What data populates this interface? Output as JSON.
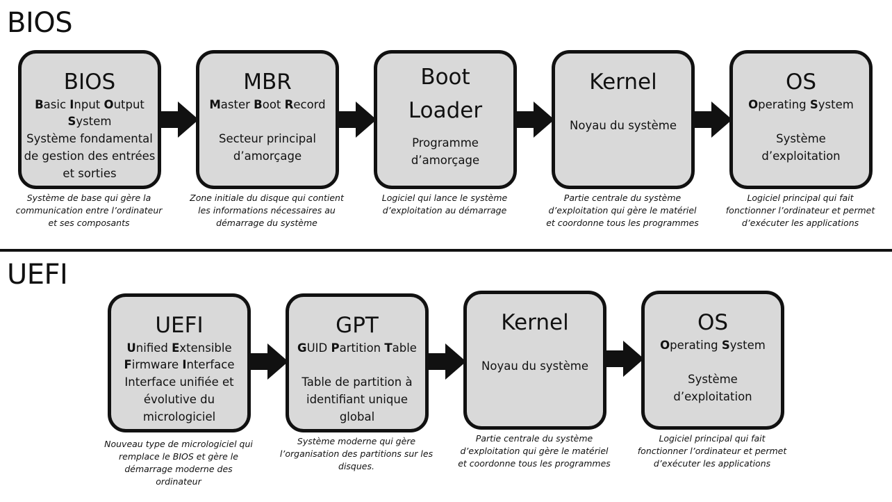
{
  "sections": {
    "bios": {
      "title": "BIOS",
      "boxes": [
        {
          "title": "BIOS",
          "acronym": [
            {
              "initial": "B",
              "rest": "asic "
            },
            {
              "initial": "I",
              "rest": "nput "
            },
            {
              "initial": "O",
              "rest": "utput "
            },
            {
              "initial": "S",
              "rest": "ystem"
            }
          ],
          "description": "Système fondamental de gestion des entrées et sorties",
          "caption": "Système de base qui gère la communication entre l’ordinateur et ses composants"
        },
        {
          "title": "MBR",
          "acronym": [
            {
              "initial": "M",
              "rest": "aster "
            },
            {
              "initial": "B",
              "rest": "oot "
            },
            {
              "initial": "R",
              "rest": "ecord"
            }
          ],
          "description": "Secteur principal d’amorçage",
          "caption": "Zone initiale du disque qui contient les informations nécessaires au démarrage du système"
        },
        {
          "title": "Boot Loader",
          "description": "Programme d’amorçage",
          "caption": "Logiciel qui lance le système d’exploitation au démarrage"
        },
        {
          "title": "Kernel",
          "description": "Noyau du système",
          "caption": "Partie centrale du système d’exploitation qui gère le matériel et coordonne tous les programmes"
        },
        {
          "title": "OS",
          "acronym": [
            {
              "initial": "O",
              "rest": "perating "
            },
            {
              "initial": "S",
              "rest": "ystem"
            }
          ],
          "description": "Système d’exploitation",
          "caption": "Logiciel principal qui fait fonctionner l’ordinateur et permet d’exécuter les applications"
        }
      ]
    },
    "uefi": {
      "title": "UEFI",
      "boxes": [
        {
          "title": "UEFI",
          "acronym": [
            {
              "initial": "U",
              "rest": "nified "
            },
            {
              "initial": "E",
              "rest": "xtensible "
            },
            {
              "initial": "F",
              "rest": "irmware "
            },
            {
              "initial": "I",
              "rest": "nterface"
            }
          ],
          "description": "Interface unifiée et évolutive du micrologiciel",
          "caption": "Nouveau type de micrologiciel qui remplace le BIOS et gère le démarrage moderne des ordinateur"
        },
        {
          "title": "GPT",
          "acronym": [
            {
              "initial": "G",
              "rest": "UID "
            },
            {
              "initial": "P",
              "rest": "artition "
            },
            {
              "initial": "T",
              "rest": "able"
            }
          ],
          "description": "Table de partition à identifiant unique global",
          "caption": "Système moderne qui gère l’organisation des partitions sur les disques."
        },
        {
          "title": "Kernel",
          "description": "Noyau du système",
          "caption": "Partie centrale du système d’exploitation qui gère le matériel et coordonne tous les programmes"
        },
        {
          "title": "OS",
          "acronym": [
            {
              "initial": "O",
              "rest": "perating "
            },
            {
              "initial": "S",
              "rest": "ystem"
            }
          ],
          "description": "Système d’exploitation",
          "caption": "Logiciel principal qui fait fonctionner l’ordinateur et permet d’exécuter les applications"
        }
      ]
    }
  }
}
